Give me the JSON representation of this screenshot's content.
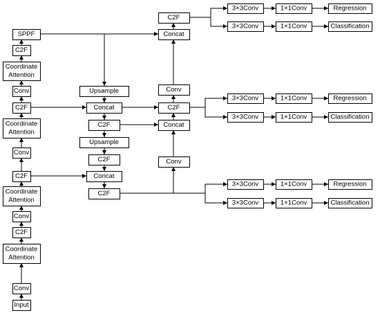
{
  "nodes": {
    "input": "Input",
    "b_conv1": "Conv",
    "b_ca1": [
      "Coordinate",
      "Attention"
    ],
    "b_c2f1": "C2F",
    "b_conv2": "Conv",
    "b_ca2": [
      "Coordinate",
      "Attention"
    ],
    "b_c2f2": "C2F",
    "b_conv3": "Conv",
    "b_ca3": [
      "Coordinate",
      "Attention"
    ],
    "b_c2f3": "C2F",
    "b_conv4": "Conv",
    "b_ca4": [
      "Coordinate",
      "Attention"
    ],
    "b_c2f4": "C2F",
    "sppf": "SPPF",
    "n_up1": "Upsample",
    "n_cat1": "Concat",
    "n_c2f1": "C2F",
    "n_up2": "Upsample",
    "n_c2f2": "C2F",
    "n_cat2": "Concat",
    "n_c2f3": "C2F",
    "p_conv1": "Conv",
    "p_cat1": "Concat",
    "p_c2f1": "C2F",
    "p_conv2": "Conv",
    "p_cat2": "Concat",
    "p_c2f2": "C2F",
    "h1_a": "3×3Conv",
    "h1_b": "1×1Conv",
    "h1_c": "Regression",
    "h1_d": "3×3Conv",
    "h1_e": "1×1Conv",
    "h1_f": "Classification",
    "h2_a": "3×3Conv",
    "h2_b": "1×1Conv",
    "h2_c": "Regression",
    "h2_d": "3×3Conv",
    "h2_e": "1×1Conv",
    "h2_f": "Classification",
    "h3_a": "3×3Conv",
    "h3_b": "1×1Conv",
    "h3_c": "Regression",
    "h3_d": "3×3Conv",
    "h3_e": "1×1Conv",
    "h3_f": "Classification"
  }
}
